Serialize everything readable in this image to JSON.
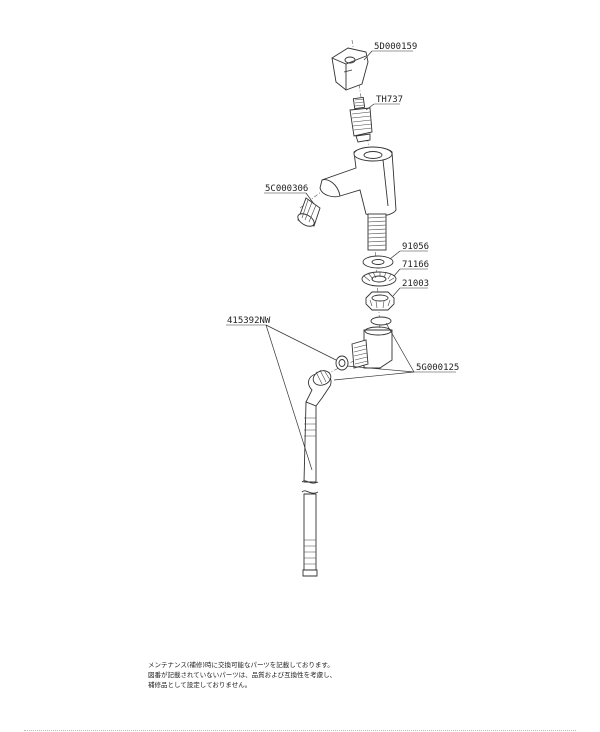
{
  "parts": {
    "handle": "5D000159",
    "cartridge": "TH737",
    "aerator": "5C000306",
    "washer": "91056",
    "lock_washer": "71166",
    "nut": "21003",
    "supply_hose": "415392NW",
    "elbow_packing": "5G000125"
  },
  "note": {
    "line1": "メンテナンス(補修)時に交換可能なパーツを記載しております。",
    "line2": "図番が記載されていないパーツは、品質および互換性を考慮し、",
    "line3": "補修品として設定しておりません。"
  }
}
